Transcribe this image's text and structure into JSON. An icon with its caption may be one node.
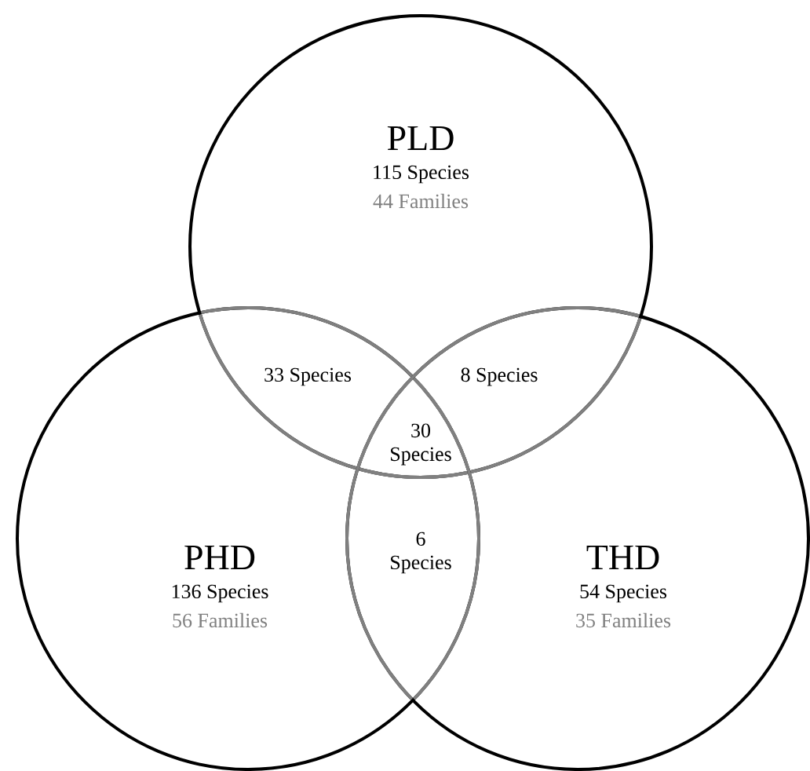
{
  "diagram": {
    "nodes": [
      {
        "text": [
          "PLD",
          "115 Species",
          "44 Families"
        ]
      },
      {
        "text": [
          "PHD",
          "136 Species",
          "56 Families"
        ]
      },
      {
        "text": [
          "THD",
          "54 Species",
          "35 Families"
        ]
      }
    ],
    "labels": [
      "33 Species",
      "8 Species",
      "30 Species",
      "6 Species"
    ]
  }
}
